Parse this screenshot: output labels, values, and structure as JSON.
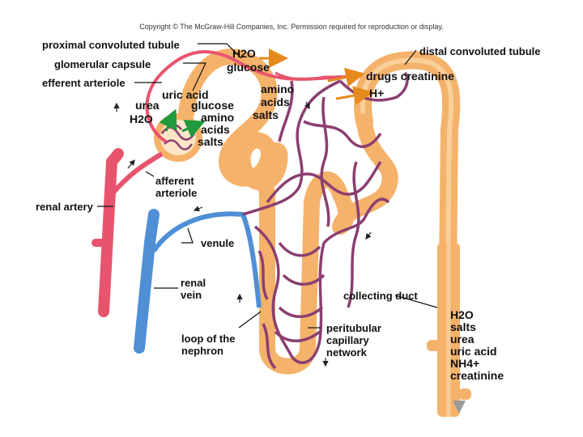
{
  "copyright": "Copyright © The McGraw-Hill Companies, Inc. Permission required for reproduction or display.",
  "labels": {
    "proximal": "proximal convoluted tubule",
    "glomerular": "glomerular capsule",
    "efferent": "efferent arteriole",
    "afferent": [
      "afferent",
      "arteriole"
    ],
    "renal_artery": "renal artery",
    "renal_vein": [
      "renal",
      "vein"
    ],
    "venule": "venule",
    "loop": [
      "loop of the",
      "nephron"
    ],
    "peritubular": [
      "peritubular",
      "capillary",
      "network"
    ],
    "distal": "distal convoluted tubule",
    "collecting": "collecting duct"
  },
  "substances": {
    "glom_left": [
      "urea",
      "H2O"
    ],
    "glom_mid": [
      "uric acid",
      "glucose",
      "amino",
      "acids",
      "salts"
    ],
    "pct_top": [
      "H2O",
      "glucose"
    ],
    "pct_right": [
      "amino",
      "acids",
      "salts"
    ],
    "secretion": [
      "drugs creatinine",
      "H+"
    ],
    "urine": [
      "H2O",
      "salts",
      "urea",
      "uric acid",
      "NH4+",
      "creatinine"
    ]
  },
  "colors": {
    "tubule": "#f5b26b",
    "tubule_hl": "#fbd7a6",
    "artery": "#e8546e",
    "vein": "#4f8fd6",
    "capillary": "#8b3f70",
    "arrow_orange": "#e68a1e",
    "arrow_green": "#1f9a3c"
  }
}
